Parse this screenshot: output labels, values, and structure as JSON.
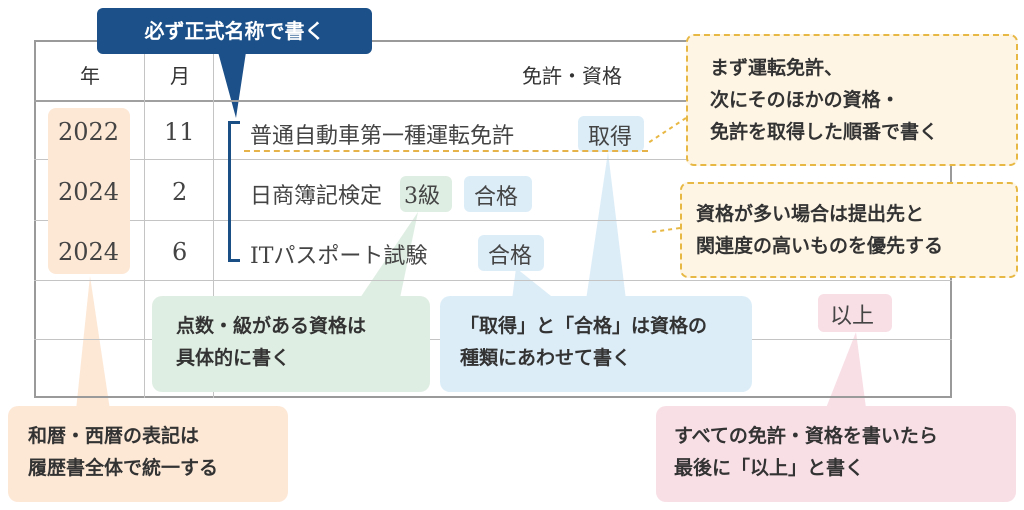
{
  "headers": {
    "year": "年",
    "month": "月",
    "license": "免許・資格"
  },
  "rows": [
    {
      "year": "2022",
      "month": "11",
      "name": "普通自動車第一種運転免許",
      "status": "取得"
    },
    {
      "year": "2024",
      "month": "2",
      "name": "日商簿記検定",
      "grade": "3級",
      "status": "合格"
    },
    {
      "year": "2024",
      "month": "6",
      "name": "ITパスポート試験",
      "status": "合格"
    }
  ],
  "end_mark": "以上",
  "callouts": {
    "official_name": "必ず正式名称で書く",
    "order": [
      "まず運転免許、",
      "次にそのほかの資格・",
      "免許を取得した順番で書く"
    ],
    "priority": [
      "資格が多い場合は提出先と",
      "関連度の高いものを優先する"
    ],
    "grade": [
      "点数・級がある資格は",
      "具体的に書く"
    ],
    "status_word": [
      "「取得」と「合格」は資格の",
      "種類にあわせて書く"
    ],
    "calendar": [
      "和暦・西暦の表記は",
      "履歴書全体で統一する"
    ],
    "ending": [
      "すべての免許・資格を書いたら",
      "最後に「以上」と書く"
    ]
  },
  "colors": {
    "navy": "#1b5089",
    "orange": "#fde8d6",
    "blue": "#dcedf8",
    "green": "#dfeee3",
    "pink": "#f8dfe6",
    "yellow": "#fef5e5",
    "yellow_border": "#e8b844"
  }
}
